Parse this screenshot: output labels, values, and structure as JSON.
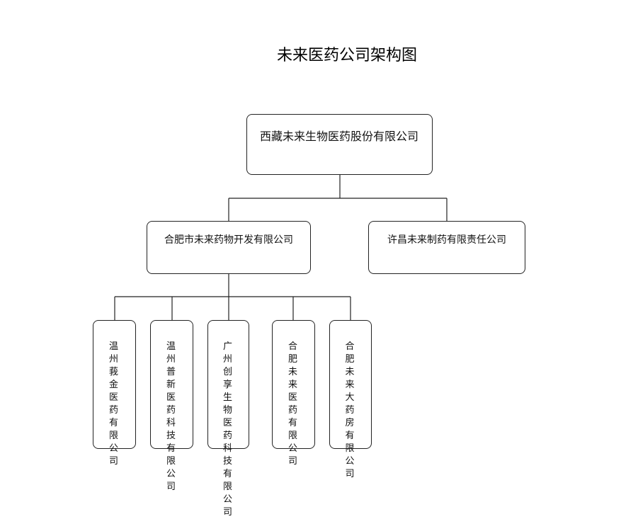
{
  "title": "未来医药公司架构图",
  "root": {
    "label": "西藏未来生物医药股份有限公司"
  },
  "level2": [
    {
      "label": "合肥市未来药物开发有限公司"
    },
    {
      "label": "许昌未来制药有限责任公司"
    }
  ],
  "level3": [
    {
      "label": "温州莪金医药有限公司"
    },
    {
      "label": "温州普新医药科技有限公司"
    },
    {
      "label": "广州创享生物医药科技有限公司"
    },
    {
      "label": "合肥未来医药有限公司"
    },
    {
      "label": "合肥未来大药房有限公司"
    }
  ],
  "colors": {
    "line": "#222222",
    "text": "#111111",
    "background": "#ffffff"
  }
}
